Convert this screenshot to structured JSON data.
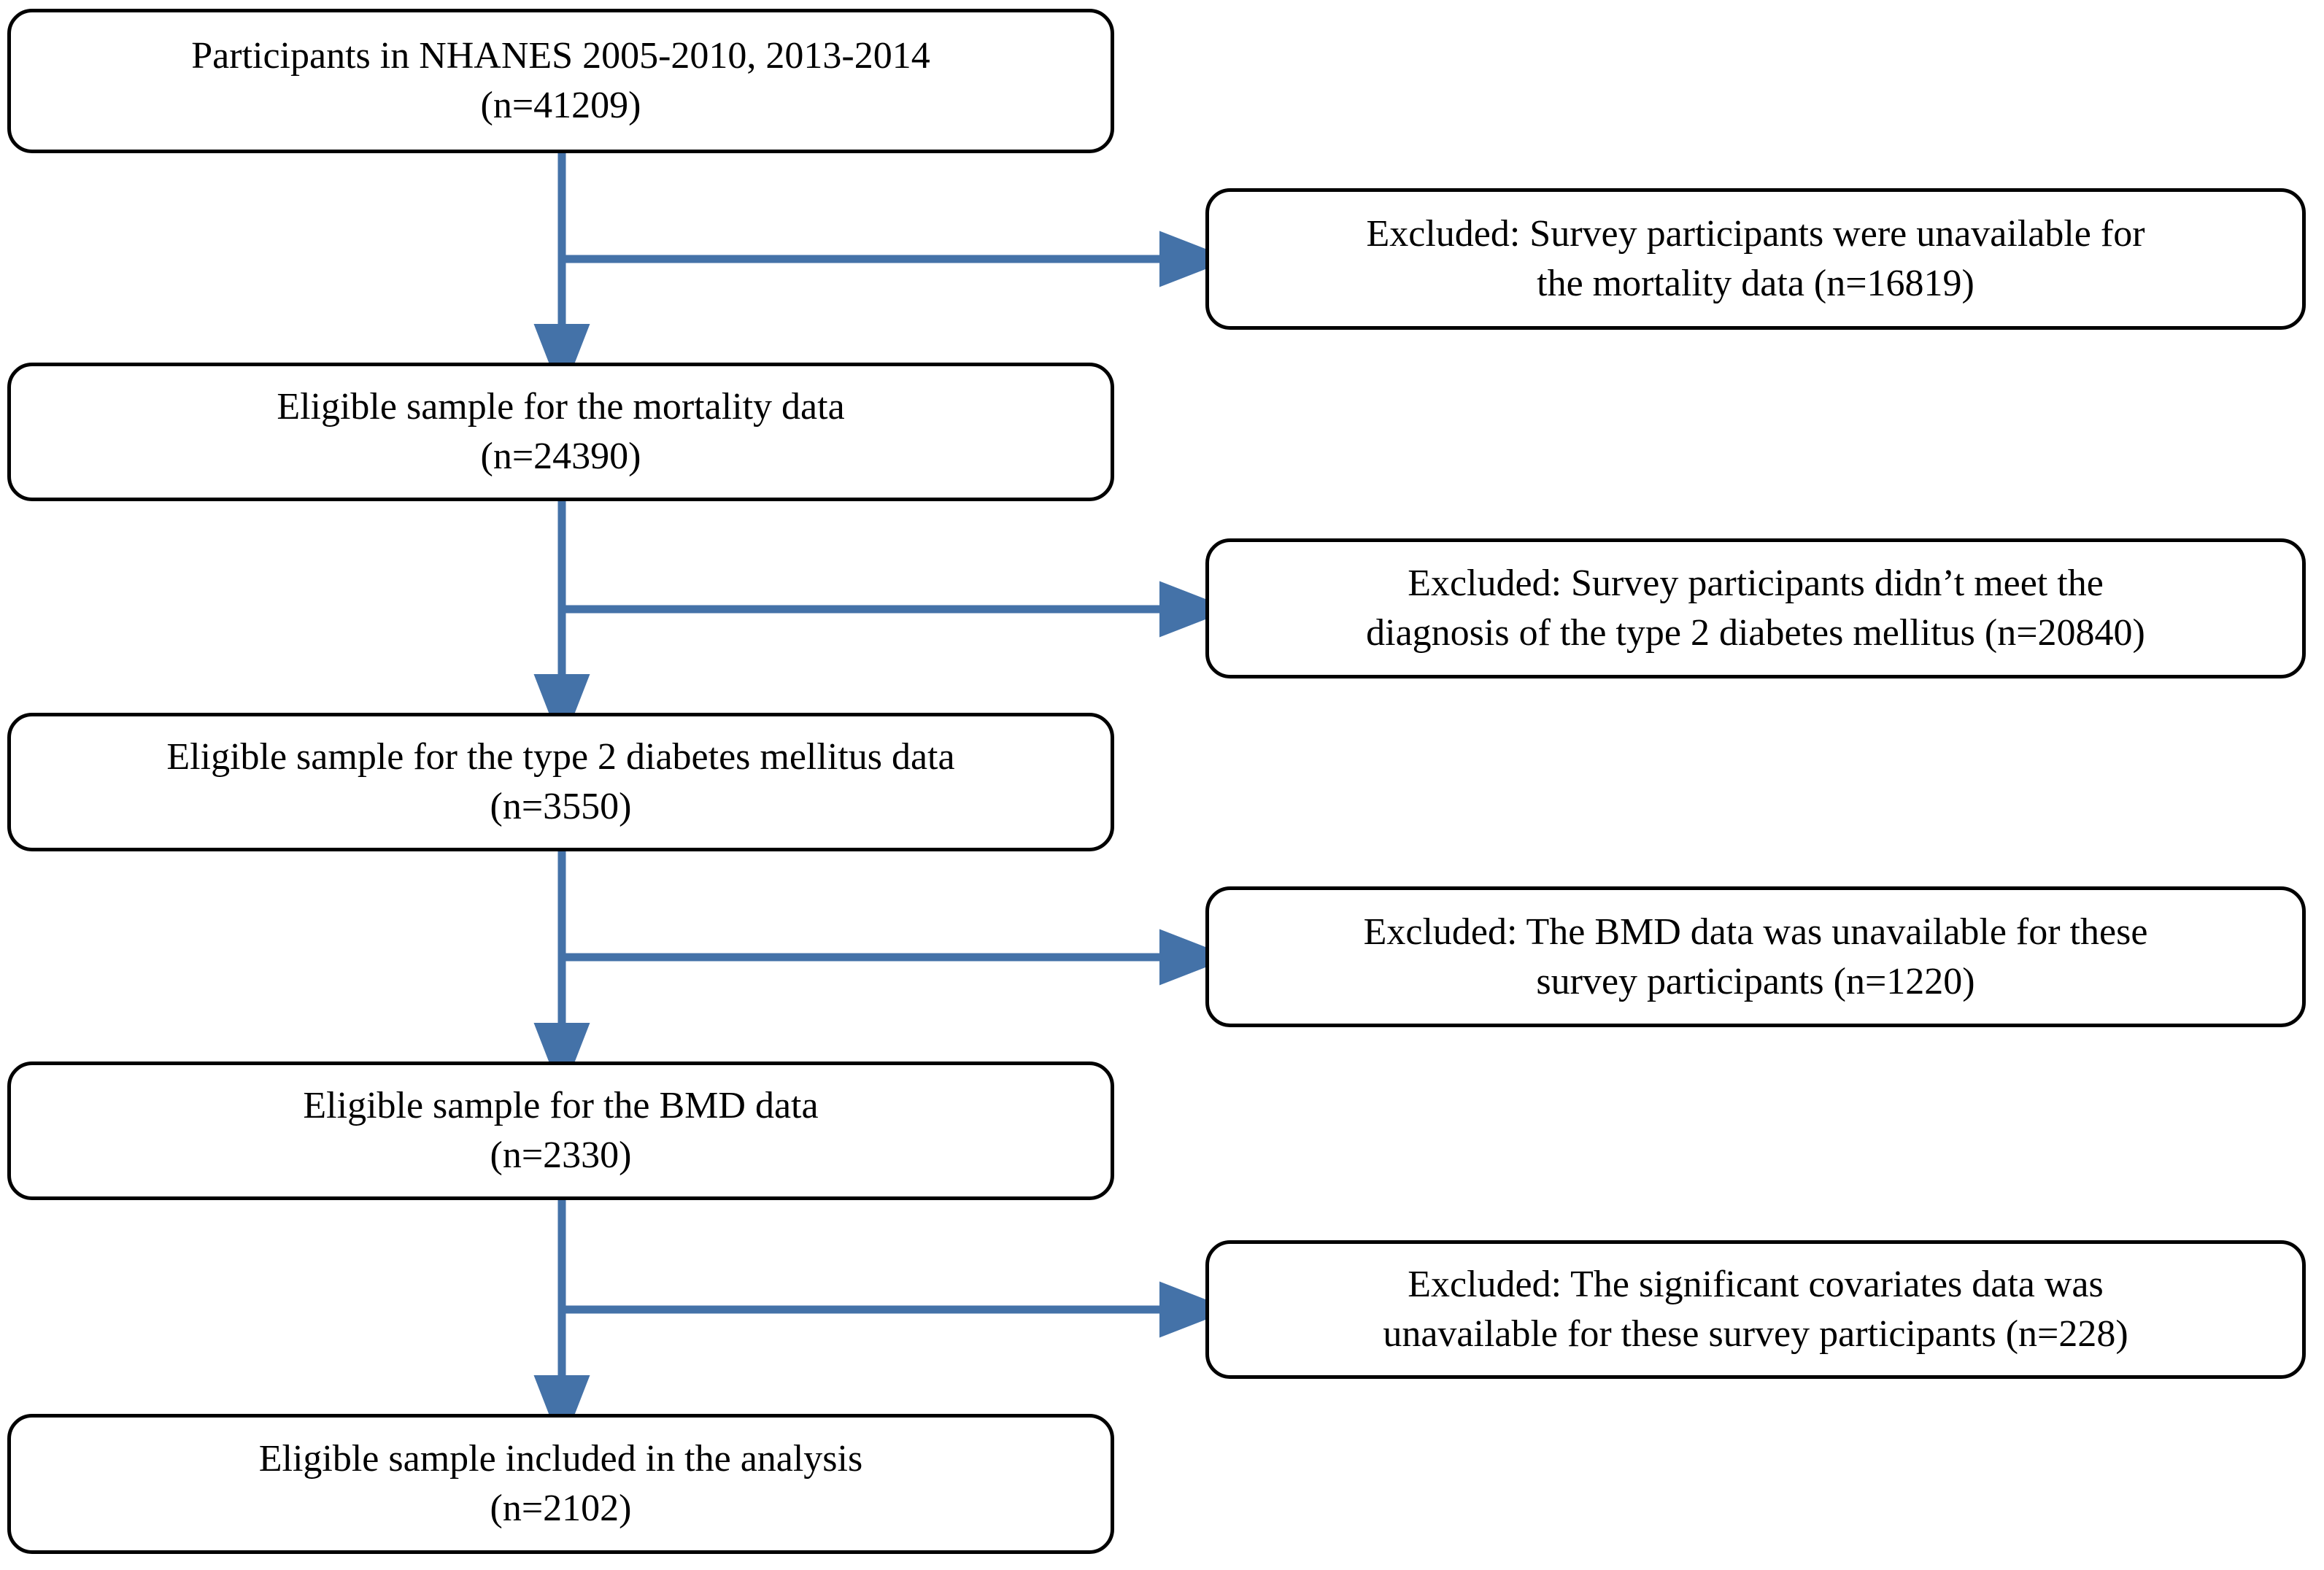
{
  "diagram": {
    "title": "NHANES participant selection flow diagram",
    "type": "flowchart",
    "accent_color": "#4472A8",
    "box_border_color": "#000000",
    "text_color": "#000000",
    "background_color": "#FFFFFF"
  },
  "main_flow": [
    {
      "id": "participants",
      "line1": "Participants in NHANES 2005-2010, 2013-2014",
      "line2": "(n=41209)",
      "text": "Participants in NHANES 2005-2010, 2013-2014\n(n=41209)",
      "n": 41209
    },
    {
      "id": "mortality-eligible",
      "line1": "Eligible sample for the mortality data",
      "line2": "(n=24390)",
      "text": "Eligible sample for the mortality data\n(n=24390)",
      "n": 24390
    },
    {
      "id": "t2dm-eligible",
      "line1": "Eligible sample for the type 2 diabetes mellitus data",
      "line2": "(n=3550)",
      "text": "Eligible sample for the type 2 diabetes mellitus data\n(n=3550)",
      "n": 3550
    },
    {
      "id": "bmd-eligible",
      "line1": "Eligible sample for the BMD data",
      "line2": "(n=2330)",
      "text": "Eligible sample for the BMD data\n(n=2330)",
      "n": 2330
    },
    {
      "id": "analysis-included",
      "line1": "Eligible sample included in the analysis",
      "line2": "(n=2102)",
      "text": "Eligible sample included in the analysis\n(n=2102)",
      "n": 2102
    }
  ],
  "exclusions": [
    {
      "id": "excluded-mortality",
      "line1": "Excluded: Survey participants were unavailable for",
      "line2": "the mortality data (n=16819)",
      "text": "Excluded: Survey participants were unavailable for\nthe mortality data (n=16819)",
      "n": 16819
    },
    {
      "id": "excluded-t2dm",
      "line1": "Excluded: Survey participants didn’t meet the",
      "line2": "diagnosis of the type 2 diabetes mellitus (n=20840)",
      "text": "Excluded: Survey participants didn’t meet the\ndiagnosis of the type 2 diabetes mellitus (n=20840)",
      "n": 20840
    },
    {
      "id": "excluded-bmd",
      "line1": "Excluded: The BMD data was unavailable for these",
      "line2": "survey participants (n=1220)",
      "text": "Excluded: The BMD data was unavailable for these\nsurvey participants (n=1220)",
      "n": 1220
    },
    {
      "id": "excluded-covariates",
      "line1": "Excluded: The significant covariates data was",
      "line2": "unavailable for these survey participants (n=228)",
      "text": "Excluded: The significant covariates data was\nunavailable for these survey participants (n=228)",
      "n": 228
    }
  ],
  "connectors": [
    {
      "id": "connector-1",
      "from": "participants",
      "to": "mortality-eligible",
      "branch_to": "excluded-mortality"
    },
    {
      "id": "connector-2",
      "from": "mortality-eligible",
      "to": "t2dm-eligible",
      "branch_to": "excluded-t2dm"
    },
    {
      "id": "connector-3",
      "from": "t2dm-eligible",
      "to": "bmd-eligible",
      "branch_to": "excluded-bmd"
    },
    {
      "id": "connector-4",
      "from": "bmd-eligible",
      "to": "analysis-included",
      "branch_to": "excluded-covariates"
    }
  ]
}
